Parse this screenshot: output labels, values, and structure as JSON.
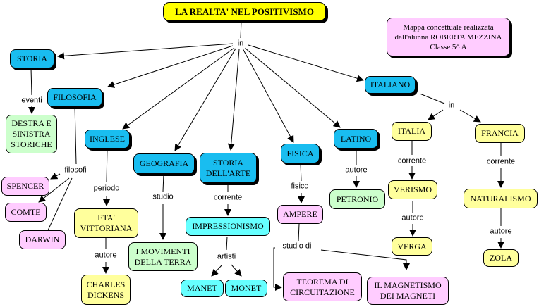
{
  "title": "LA REALTA' NEL POSITIVISMO",
  "credit": {
    "line1": "Mappa concettuale realizzata",
    "line2": "dall'alunna ROBERTA MEZZINA",
    "line3": "Classe 5^ A"
  },
  "nodes": {
    "storia": "STORIA",
    "filosofia": "FILOSOFIA",
    "inglese": "INGLESE",
    "geografia": "GEOGRAFIA",
    "storia_arte": "STORIA DELL'ARTE",
    "fisica": "FISICA",
    "latino": "LATINO",
    "italiano": "ITALIANO",
    "destra_sinistra": "DESTRA E SINISTRA STORICHE",
    "spencer": "SPENCER",
    "comte": "COMTE",
    "darwin": "DARWIN",
    "eta_vittoriana": "ETA' VITTORIANA",
    "charles_dickens": "CHARLES DICKENS",
    "movimenti_terra": "I MOVIMENTI DELLA TERRA",
    "impressionismo": "IMPRESSIONISMO",
    "manet": "MANET",
    "monet": "MONET",
    "ampere": "AMPERE",
    "teorema": "TEOREMA DI CIRCUITAZIONE",
    "magnetismo": "IL MAGNETISMO DEI MAGNETI",
    "petronio": "PETRONIO",
    "italia": "ITALIA",
    "francia": "FRANCIA",
    "verismo": "VERISMO",
    "naturalismo": "NATURALISMO",
    "verga": "VERGA",
    "zola": "ZOLA"
  },
  "links": {
    "in_main": "in",
    "eventi": "eventi",
    "filosofi": "filosofi",
    "periodo": "periodo",
    "autore_dickens": "autore",
    "studio": "studio",
    "corrente_arte": "corrente",
    "artisti": "artisti",
    "fisico": "fisico",
    "studio_di": "studio di",
    "autore_latino": "autore",
    "in_italiano": "in",
    "corrente_italia": "corrente",
    "corrente_francia": "corrente",
    "autore_verga": "autore",
    "autore_zola": "autore"
  },
  "colors": {
    "title": "#ffff00",
    "subject": "#19bdf0",
    "period": "#ffff9c",
    "result": "#ccffcc",
    "person": "#ffccff",
    "art": "#66ffff"
  }
}
